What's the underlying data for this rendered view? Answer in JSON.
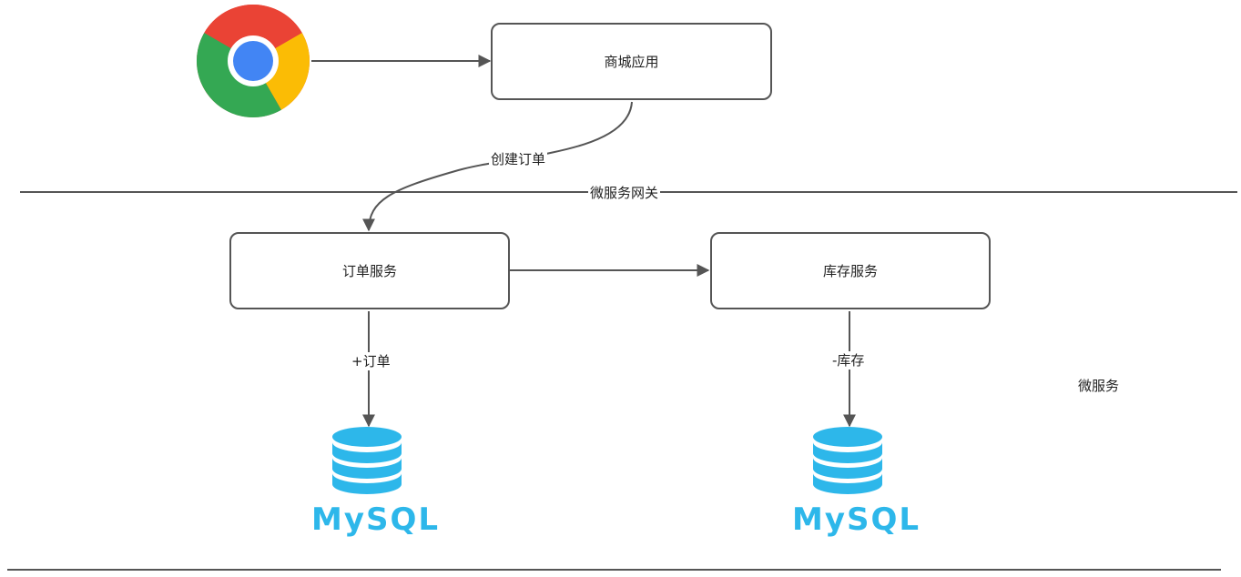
{
  "nodes": {
    "mall_app": "商城应用",
    "order_service": "订单服务",
    "inventory_service": "库存服务"
  },
  "edges": {
    "create_order": "创建订单",
    "add_order": "+订单",
    "reduce_inventory": "-库存"
  },
  "zones": {
    "gateway": "微服务网关",
    "microservices": "微服务"
  },
  "databases": {
    "order_db": "MySQL",
    "inventory_db": "MySQL"
  },
  "icons": {
    "browser": "chrome-icon",
    "database": "database-icon"
  },
  "colors": {
    "mysql_blue": "#2db7ea",
    "chrome_red": "#ea4335",
    "chrome_green": "#34a853",
    "chrome_yellow": "#fbbc05",
    "chrome_blue": "#4285f4",
    "stroke": "#555555"
  }
}
